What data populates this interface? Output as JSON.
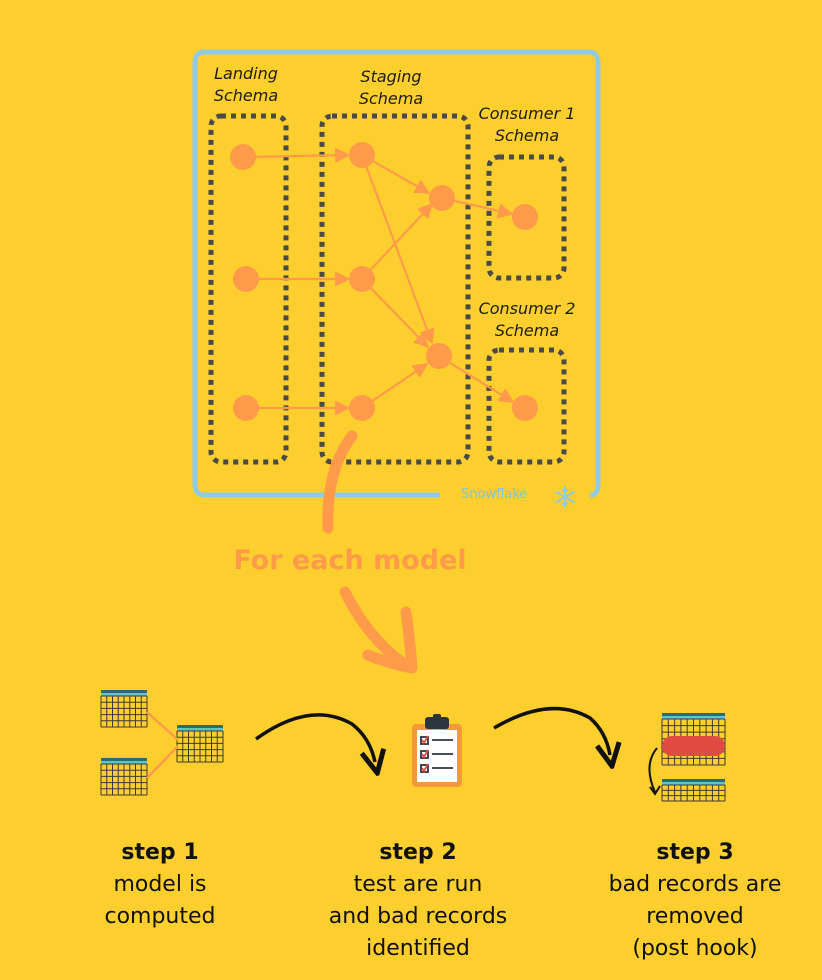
{
  "colors": {
    "background": "#FDCF2E",
    "node": "#FF9A4B",
    "snowflake_border": "#8FCBE6",
    "schema_border": "#4a4a4a",
    "bad_record": "#E24B44"
  },
  "diagram": {
    "platform_label": "Snowflake",
    "platform_icon": "snowflake-icon",
    "schemas": {
      "landing": "Landing\nSchema",
      "staging": "Staging\nSchema",
      "consumer1": "Consumer 1\nSchema",
      "consumer2": "Consumer 2\nSchema"
    }
  },
  "banner": "For each model",
  "steps": [
    {
      "title": "step 1",
      "description": "model is\ncomputed",
      "icon": "tables-icon"
    },
    {
      "title": "step 2",
      "description": "test are run\nand bad records\nidentified",
      "icon": "clipboard-checklist-icon"
    },
    {
      "title": "step 3",
      "description": "bad records are\nremoved\n(post hook)",
      "icon": "table-remove-records-icon"
    }
  ]
}
